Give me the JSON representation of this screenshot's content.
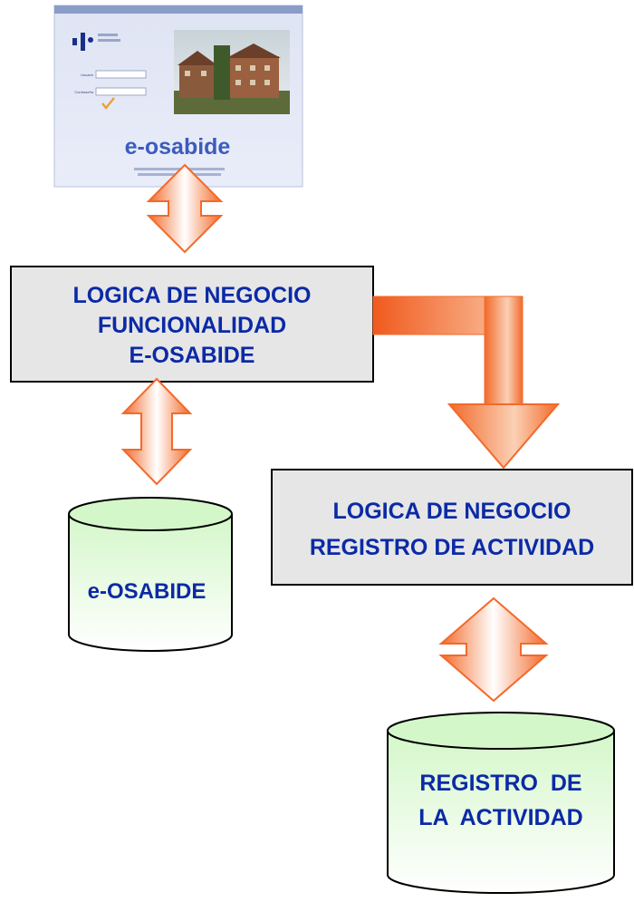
{
  "screenshot": {
    "logo_text": "e-osabide",
    "field_labels": [
      "Usuario",
      "Contraseña"
    ]
  },
  "boxes": {
    "funcionalidad": {
      "lines": [
        "LOGICA DE NEGOCIO",
        "FUNCIONALIDAD",
        "E-OSABIDE"
      ]
    },
    "registro": {
      "lines": [
        "LOGICA DE NEGOCIO",
        "REGISTRO DE ACTIVIDAD"
      ]
    }
  },
  "databases": {
    "eosabide": {
      "lines": [
        "e-OSABIDE"
      ]
    },
    "registro": {
      "lines": [
        "REGISTRO  DE",
        "LA  ACTIVIDAD"
      ]
    }
  },
  "colors": {
    "text": "#0b2aa6",
    "box_fill": "#e6e6e6",
    "arrow_dark": "#f26a2a",
    "arrow_light": "#ffffff",
    "db_top": "#d4f7c9",
    "db_bottom": "#ffffff"
  }
}
